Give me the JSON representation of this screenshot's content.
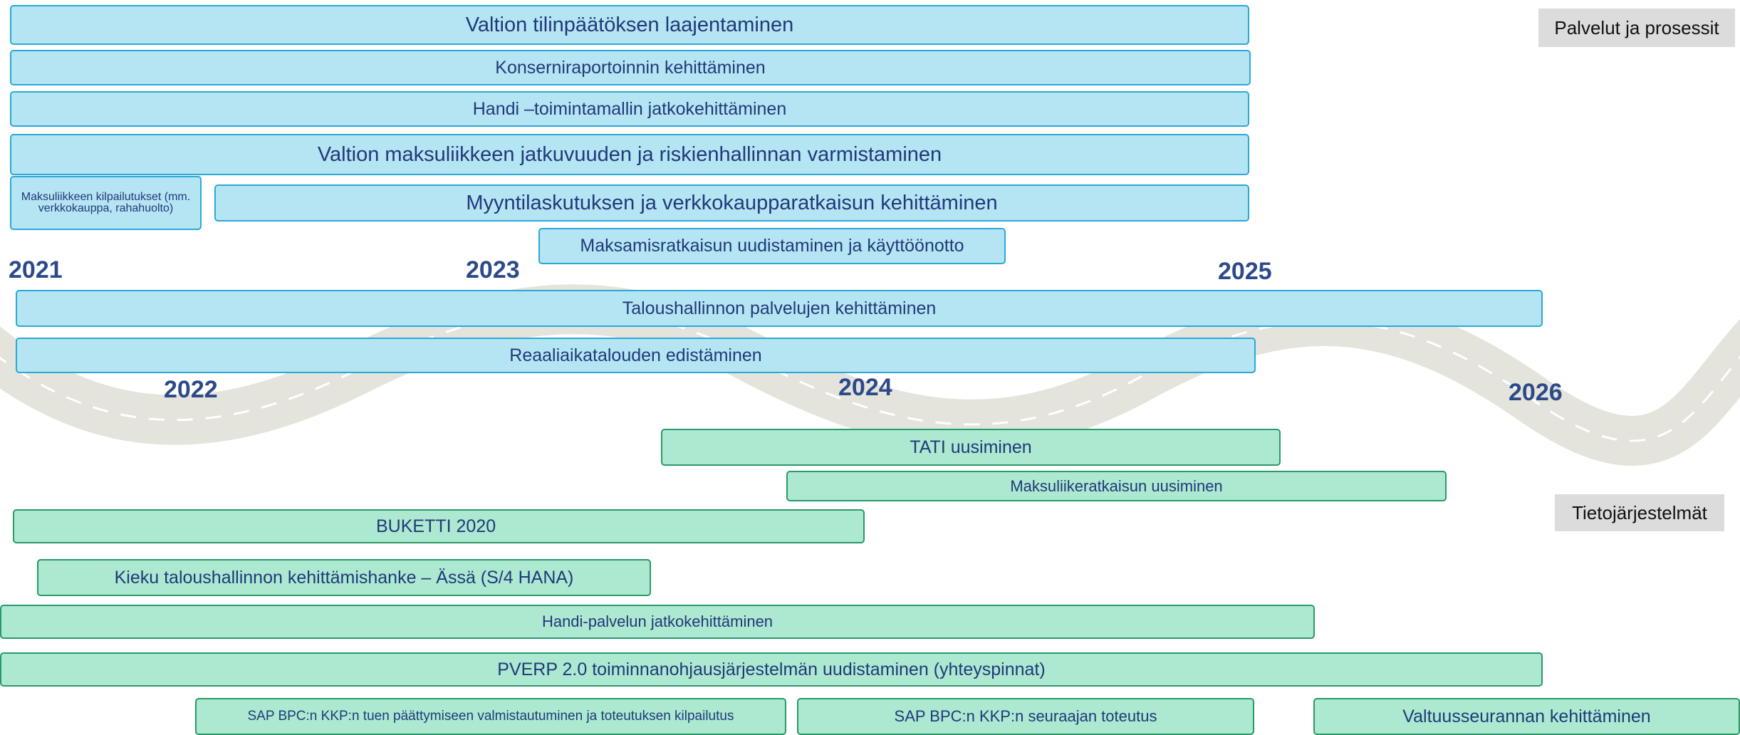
{
  "tags": {
    "services": "Palvelut ja prosessit",
    "systems": "Tietojärjestelmät"
  },
  "years": [
    "2021",
    "2022",
    "2023",
    "2024",
    "2025",
    "2026"
  ],
  "service_bars": [
    "Valtion tilinpäätöksen laajentaminen",
    "Konserniraportoinnin kehittäminen",
    "Handi –toimintamallin jatkokehittäminen",
    "Valtion maksuliikkeen jatkuvuuden ja riskienhallinnan varmistaminen",
    "Maksuliikkeen kilpailutukset (mm. verkkokauppa,  rahahuolto)",
    "Myyntilaskutuksen ja verkkokaupparatkaisun kehittäminen",
    "Maksamisratkaisun uudistaminen ja käyttöönotto",
    "Taloushallinnon palvelujen kehittäminen",
    "Reaaliaikatalouden edistäminen"
  ],
  "system_bars": [
    "TATI uusiminen",
    "Maksuliikeratkaisun uusiminen",
    "BUKETTI 2020",
    "Kieku taloushallinnon kehittämishanke – Ässä (S/4 HANA)",
    "Handi-palvelun jatkokehittäminen",
    "PVERP 2.0 toiminnanohjausjärjestelmän uudistaminen (yhteyspinnat)",
    "SAP BPC:n KKP:n tuen päättymiseen valmistautuminen ja toteutuksen kilpailutus",
    "SAP BPC:n KKP:n seuraajan toteutus",
    "Valtuusseurannan kehittäminen"
  ],
  "colors": {
    "service_fill": "#b5e4f3",
    "service_border": "#2aa9d6",
    "system_fill": "#ade8d0",
    "system_border": "#2a9a68",
    "text": "#1f3a7a",
    "year": "#2c4a8a",
    "road": "#e4e4dc"
  }
}
